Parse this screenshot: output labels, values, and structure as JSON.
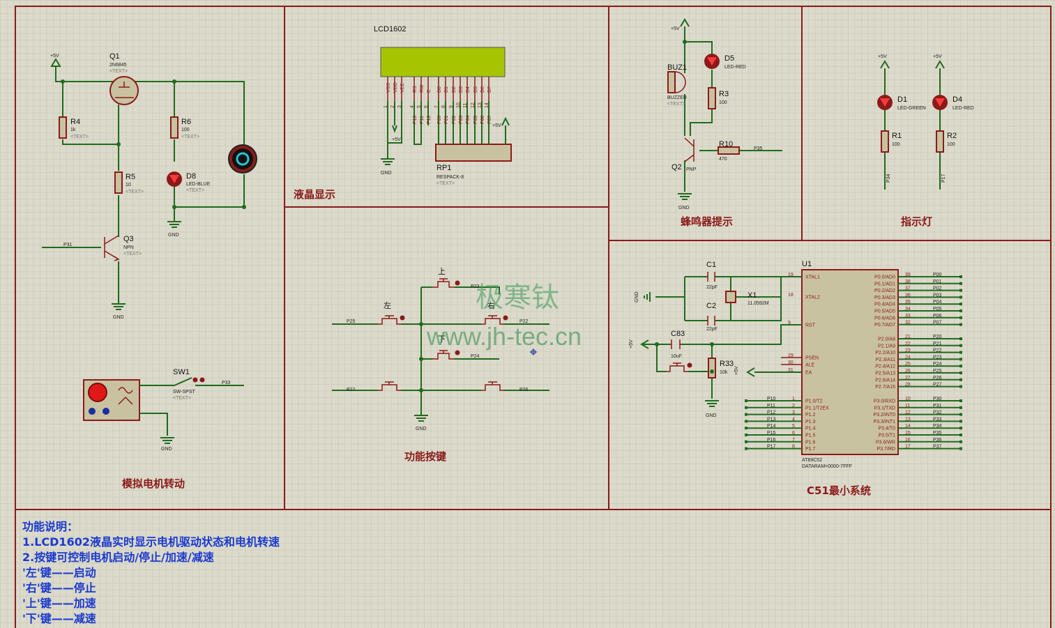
{
  "sections": {
    "motor": "模拟电机转动",
    "lcd": "液晶显示",
    "buzzer": "蜂鸣器提示",
    "indicator": "指示灯",
    "keys": "功能按键",
    "mcu": "C51最小系统"
  },
  "watermark": {
    "cn": "极寒钛",
    "url": "www.jh-tec.cn"
  },
  "description": [
    "功能说明：",
    "1.LCD1602液晶实时显示电机驱动状态和电机转速",
    "2.按键可控制电机启动/停止/加速/减速",
    "'左'键——启动",
    "'右'键——停止",
    "'上'键——加速",
    "'下'键——减速"
  ],
  "labels": {
    "v5": "+5V",
    "gnd": "GND",
    "text": "<TEXT>",
    "q1": "Q1",
    "q1v": "2N6845",
    "r4": "R4",
    "r4v": "1k",
    "r6": "R6",
    "r6v": "100",
    "r5": "R5",
    "r5v": "10",
    "d8": "D8",
    "d8v": "LED-BLUE",
    "q3": "Q3",
    "q3v": "NPN",
    "p31": "P31",
    "sw1": "SW1",
    "sw1v": "SW-SPST",
    "p33": "P33",
    "lcd": "LCD1602",
    "rp1": "RP1",
    "rp1v": "RESPACK-8",
    "buz1": "BUZ1",
    "buz1v": "BUZZER",
    "d5": "D5",
    "d5v": "LED-RED",
    "r3": "R3",
    "r3v": "100",
    "q2": "Q2",
    "q2v": "PNP",
    "r10": "R10",
    "r10v": "470",
    "p35": "P35",
    "d1": "D1",
    "d1v": "LED-GREEN",
    "d4": "D4",
    "d4v": "LED-RED",
    "r1": "R1",
    "r1v": "100",
    "r2": "R2",
    "r2v": "100",
    "p34": "P34",
    "p17": "P17",
    "k_up": "上",
    "k_left": "左",
    "k_right": "右",
    "k_down": "下",
    "p23": "P23",
    "p25": "P25",
    "p22": "P22",
    "p24": "P24",
    "p27": "P27",
    "p26": "P26",
    "c1": "C1",
    "c1v": "22pF",
    "c2": "C2",
    "c2v": "22pF",
    "x1": "X1",
    "x1v": "11.0592M",
    "c83": "C83",
    "c83v": "10uF",
    "r33": "R33",
    "r33v": "10k",
    "u1": "U1",
    "u1v": "AT89C52",
    "u1v2": "DATARAM=0000-7FFF"
  },
  "lcd_pins": [
    "VSS",
    "VDD",
    "VEE",
    "RS",
    "RW",
    "E",
    "D0",
    "D1",
    "D2",
    "D3",
    "D4",
    "D5",
    "D6",
    "D7"
  ],
  "lcd_pin_nums": [
    "1",
    "2",
    "3",
    "4",
    "5",
    "6",
    "7",
    "8",
    "9",
    "10",
    "11",
    "12",
    "13",
    "14"
  ],
  "lcd_nets": [
    "P10",
    "P11",
    "P12",
    "P00",
    "P01",
    "P02",
    "P03",
    "P04",
    "P05",
    "P06",
    "P07"
  ],
  "u1_right": [
    {
      "name": "P0.0/AD0",
      "num": "39",
      "net": "P00"
    },
    {
      "name": "P0.1/AD1",
      "num": "38",
      "net": "P01"
    },
    {
      "name": "P0.2/AD2",
      "num": "37",
      "net": "P02"
    },
    {
      "name": "P0.3/AD3",
      "num": "36",
      "net": "P03"
    },
    {
      "name": "P0.4/AD4",
      "num": "35",
      "net": "P04"
    },
    {
      "name": "P0.5/AD5",
      "num": "34",
      "net": "P05"
    },
    {
      "name": "P0.6/AD6",
      "num": "33",
      "net": "P06"
    },
    {
      "name": "P0.7/AD7",
      "num": "32",
      "net": "P07"
    },
    {
      "name": "P2.0/A8",
      "num": "21",
      "net": "P20"
    },
    {
      "name": "P2.1/A9",
      "num": "22",
      "net": "P21"
    },
    {
      "name": "P2.2/A10",
      "num": "23",
      "net": "P22"
    },
    {
      "name": "P2.3/A11",
      "num": "24",
      "net": "P23"
    },
    {
      "name": "P2.4/A12",
      "num": "25",
      "net": "P24"
    },
    {
      "name": "P2.5/A13",
      "num": "26",
      "net": "P25"
    },
    {
      "name": "P2.6/A14",
      "num": "27",
      "net": "P26"
    },
    {
      "name": "P2.7/A15",
      "num": "28",
      "net": "P27"
    },
    {
      "name": "P3.0/RXD",
      "num": "10",
      "net": "P30"
    },
    {
      "name": "P3.1/TXD",
      "num": "11",
      "net": "P31"
    },
    {
      "name": "P3.2/INT0",
      "num": "12",
      "net": "P32"
    },
    {
      "name": "P3.3/INT1",
      "num": "13",
      "net": "P33"
    },
    {
      "name": "P3.4/T0",
      "num": "14",
      "net": "P34"
    },
    {
      "name": "P3.5/T1",
      "num": "15",
      "net": "P35"
    },
    {
      "name": "P3.6/WR",
      "num": "16",
      "net": "P36"
    },
    {
      "name": "P3.7/RD",
      "num": "17",
      "net": "P37"
    }
  ],
  "u1_left_top": [
    {
      "name": "XTAL1",
      "num": "19"
    },
    {
      "name": "XTAL2",
      "num": "18"
    },
    {
      "name": "RST",
      "num": "9"
    },
    {
      "name": "PSEN",
      "num": "29"
    },
    {
      "name": "ALE",
      "num": "30"
    },
    {
      "name": "EA",
      "num": "31"
    }
  ],
  "u1_left_p1": [
    {
      "name": "P1.0/T2",
      "num": "1",
      "net": "P10"
    },
    {
      "name": "P1.1/T2EX",
      "num": "2",
      "net": "P11"
    },
    {
      "name": "P1.2",
      "num": "3",
      "net": "P12"
    },
    {
      "name": "P1.3",
      "num": "4",
      "net": "P13"
    },
    {
      "name": "P1.4",
      "num": "5",
      "net": "P14"
    },
    {
      "name": "P1.5",
      "num": "6",
      "net": "P15"
    },
    {
      "name": "P1.6",
      "num": "7",
      "net": "P16"
    },
    {
      "name": "P1.7",
      "num": "8",
      "net": "P17"
    }
  ]
}
